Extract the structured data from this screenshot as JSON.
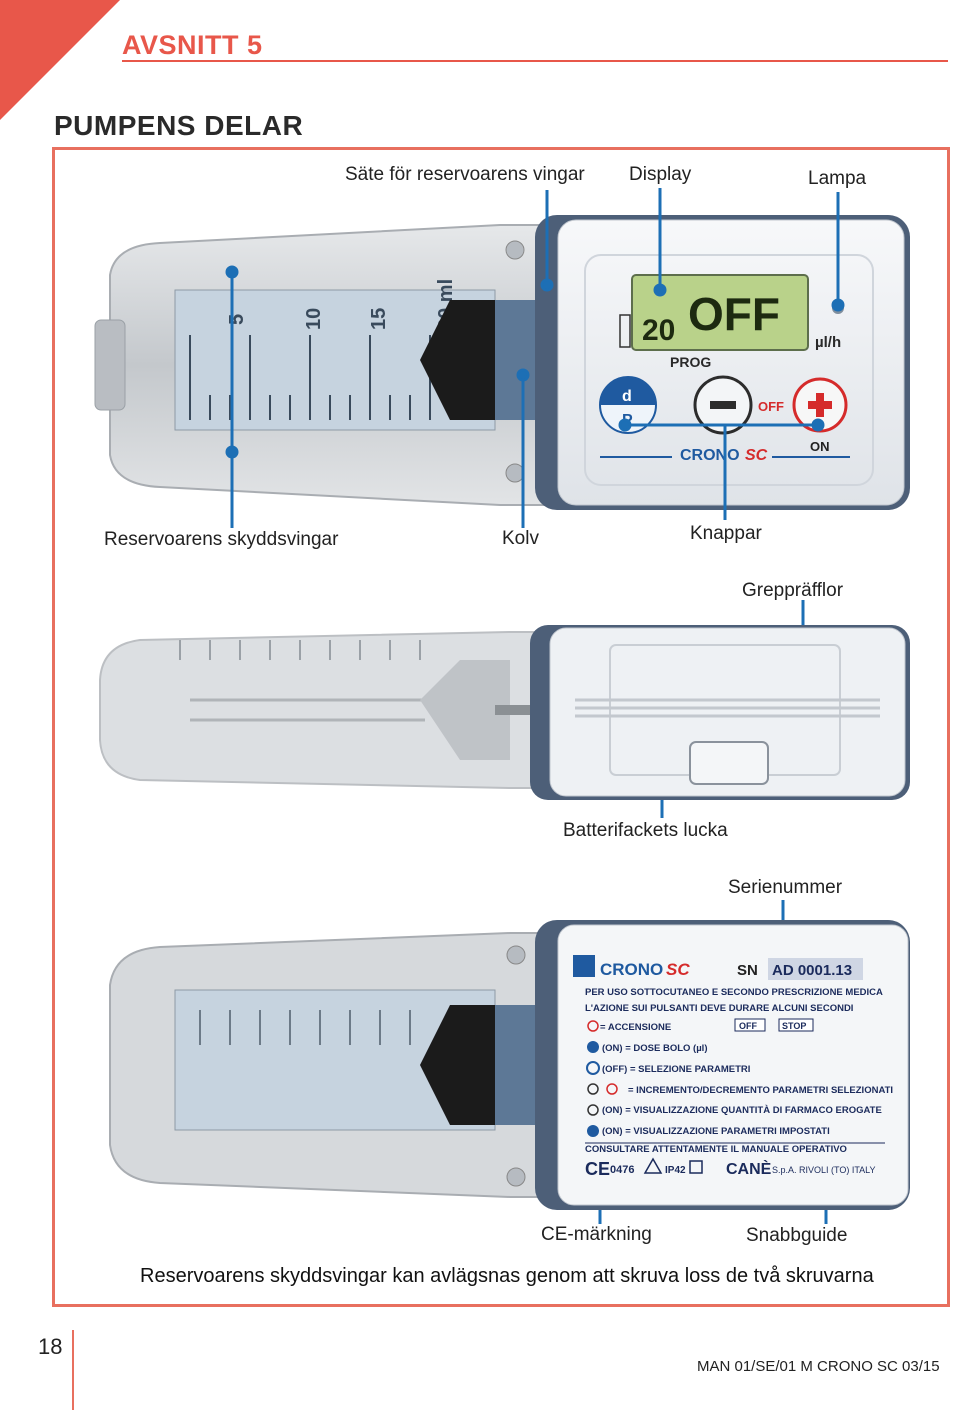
{
  "header": {
    "section": "AVSNITT 5",
    "title": "PUMPENS DELAR"
  },
  "top_labels": {
    "wing_seat": "Säte för reservoarens vingar",
    "display": "Display",
    "lamp": "Lampa"
  },
  "top_device": {
    "display_dose": "20",
    "display_text": "OFF",
    "unit": "µl/h",
    "prog": "PROG",
    "off": "OFF",
    "on": "ON",
    "brand": "CRONO",
    "brand_model": "SC",
    "key_d": "d",
    "key_p": "P",
    "scale": [
      "5",
      "10",
      "15",
      "20 ml"
    ]
  },
  "mid_labels": {
    "protective_wings": "Reservoarens skyddsvingar",
    "piston": "Kolv",
    "buttons": "Knappar",
    "grip": "Greppräfflor"
  },
  "side_labels": {
    "battery": "Batterifackets lucka",
    "serial": "Serienummer"
  },
  "back_device": {
    "brand": "CRONO",
    "brand_model": "SC",
    "sn_label": "SN",
    "sn_value": "AD 0001.13",
    "lines": [
      "PER USO SOTTOCUTANEO E SECONDO PRESCRIZIONE MEDICA",
      "L'AZIONE SUI PULSANTI DEVE DURARE ALCUNI SECONDI",
      "= ACCENSIONE",
      "(ON) = DOSE BOLO (µl)",
      "(OFF) = SELEZIONE PARAMETRI",
      "= INCREMENTO/DECREMENTO PARAMETRI SELEZIONATI",
      "(ON) = VISUALIZZAZIONE QUANTITÀ DI FARMACO EROGATE",
      "(ON) = VISUALIZZAZIONE PARAMETRI IMPOSTATI",
      "CONSULTARE ATTENTAMENTE IL MANUALE OPERATIVO"
    ],
    "off_key": "OFF",
    "stop_key": "STOP",
    "ce": "CE",
    "ce_number": "0476",
    "ip": "IP42",
    "maker": "CANÈ",
    "maker_address": "S.p.A. RIVOLI (TO) ITALY"
  },
  "bottom_labels": {
    "ce_marking": "CE-märkning",
    "quick_guide": "Snabbguide"
  },
  "caption": "Reservoarens skyddsvingar kan avlägsnas genom att skruva loss de två skruvarna",
  "footer": {
    "page_number": "18",
    "doc_code": "MAN 01/SE/01 M CRONO SC 03/15"
  },
  "colors": {
    "accent": "#e8574a",
    "frame": "#e8705f",
    "callout": "#1d6fb5",
    "lcd": "#b9d28a",
    "device_body": "#eef1f4",
    "device_frame": "#4d5f78",
    "reservoir": "#c9ccd0"
  }
}
